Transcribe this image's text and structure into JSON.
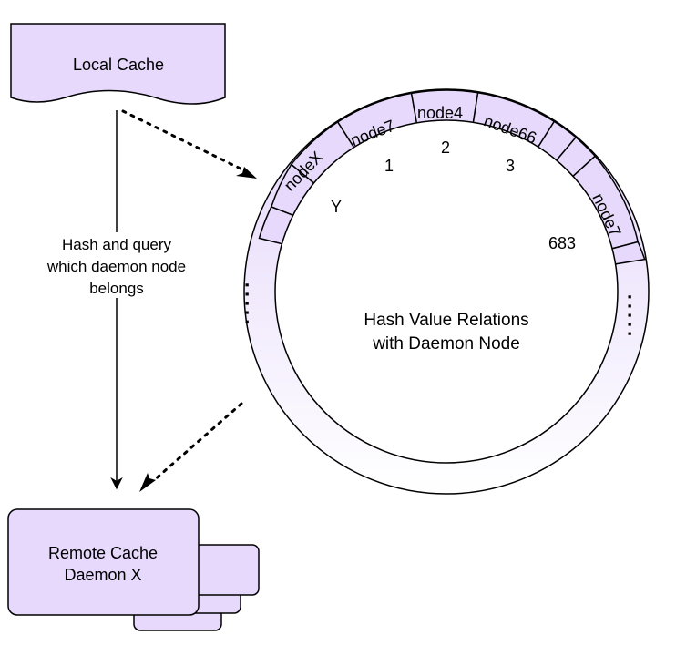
{
  "local_cache": {
    "label": "Local Cache"
  },
  "remote_cache": {
    "line1": "Remote Cache",
    "line2": "Daemon X"
  },
  "arrow_label": {
    "line1": "Hash and query",
    "line2": "which daemon node",
    "line3": "belongs"
  },
  "ring": {
    "center_line1": "Hash Value Relations",
    "center_line2": "with Daemon Node",
    "segments": [
      {
        "label": "nodeX"
      },
      {
        "label": "node7"
      },
      {
        "label": "node4"
      },
      {
        "label": "node66"
      },
      {
        "label": "node7"
      }
    ],
    "positions": [
      {
        "label": "1"
      },
      {
        "label": "2"
      },
      {
        "label": "3"
      },
      {
        "label": "Y"
      },
      {
        "label": "683"
      }
    ],
    "ellipsis_left": ".....",
    "ellipsis_right": "....."
  },
  "colors": {
    "fill": "#e6d9fb",
    "stroke": "#000000",
    "ring_gradient_top": "#e3d4fa",
    "ring_gradient_bottom": "#ffffff"
  }
}
